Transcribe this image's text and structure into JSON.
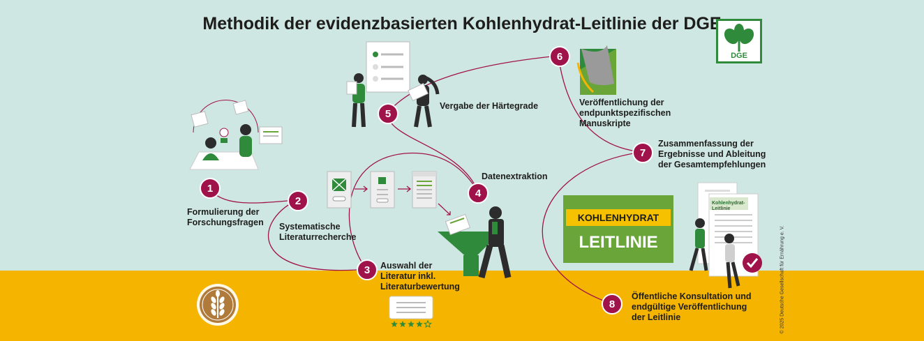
{
  "title": "Methodik der evidenzbasierten Kohlenhydrat-Leitlinie der DGE",
  "logo": {
    "text": "DGE",
    "color": "#2f8a3b"
  },
  "colors": {
    "accent": "#a0124a",
    "green": "#6aa53a",
    "yellow": "#f5b400",
    "background": "#cfe7e3"
  },
  "steps": [
    {
      "number": "1",
      "label": "Formulierung der Forschungsfragen"
    },
    {
      "number": "2",
      "label": "Systematische Literaturrecherche"
    },
    {
      "number": "3",
      "label": "Auswahl der Literatur inkl. Literaturbewertung"
    },
    {
      "number": "4",
      "label": "Datenextraktion"
    },
    {
      "number": "5",
      "label": "Vergabe der Härtegrade"
    },
    {
      "number": "6",
      "label": "Veröffentlichung der endpunktspezifischen Manuskripte"
    },
    {
      "number": "7",
      "label": "Zusammenfassung der Ergebnisse und Ableitung der Gesamtempfehlungen"
    },
    {
      "number": "8",
      "label": "Öffentliche Konsultation und endgültige Veröffentlichung der Leitlinie"
    }
  ],
  "step_labels_lines": {
    "s1": [
      "Formulierung der",
      "Forschungsfragen"
    ],
    "s2": [
      "Systematische",
      "Literaturrecherche"
    ],
    "s3": [
      "Auswahl der",
      "Literatur inkl.",
      "Literaturbewertung"
    ],
    "s4": [
      "Datenextraktion"
    ],
    "s5": [
      "Vergabe der Härtegrade"
    ],
    "s6": [
      "Veröffentlichung der",
      "endpunktspezifischen",
      "Manuskripte"
    ],
    "s7": [
      "Zusammenfassung der",
      "Ergebnisse und Ableitung",
      "der Gesamtempfehlungen"
    ],
    "s8": [
      "Öffentliche Konsultation und",
      "endgültige Veröffentlichung",
      "der Leitlinie"
    ]
  },
  "guideline_box": {
    "top": "KOHLENHYDRAT",
    "bottom": "LEITLINIE"
  },
  "document_label": [
    "Kohlenhydrat-",
    "Leitlinie"
  ],
  "rating": {
    "stars": 4,
    "max": 5
  },
  "copyright": "© 2025 Deutsche Gesellschaft für Ernährung e. V.",
  "icons": [
    "wheat-icon",
    "funnel-icon",
    "document-icon",
    "checkmark-icon",
    "dge-leaf-logo"
  ]
}
